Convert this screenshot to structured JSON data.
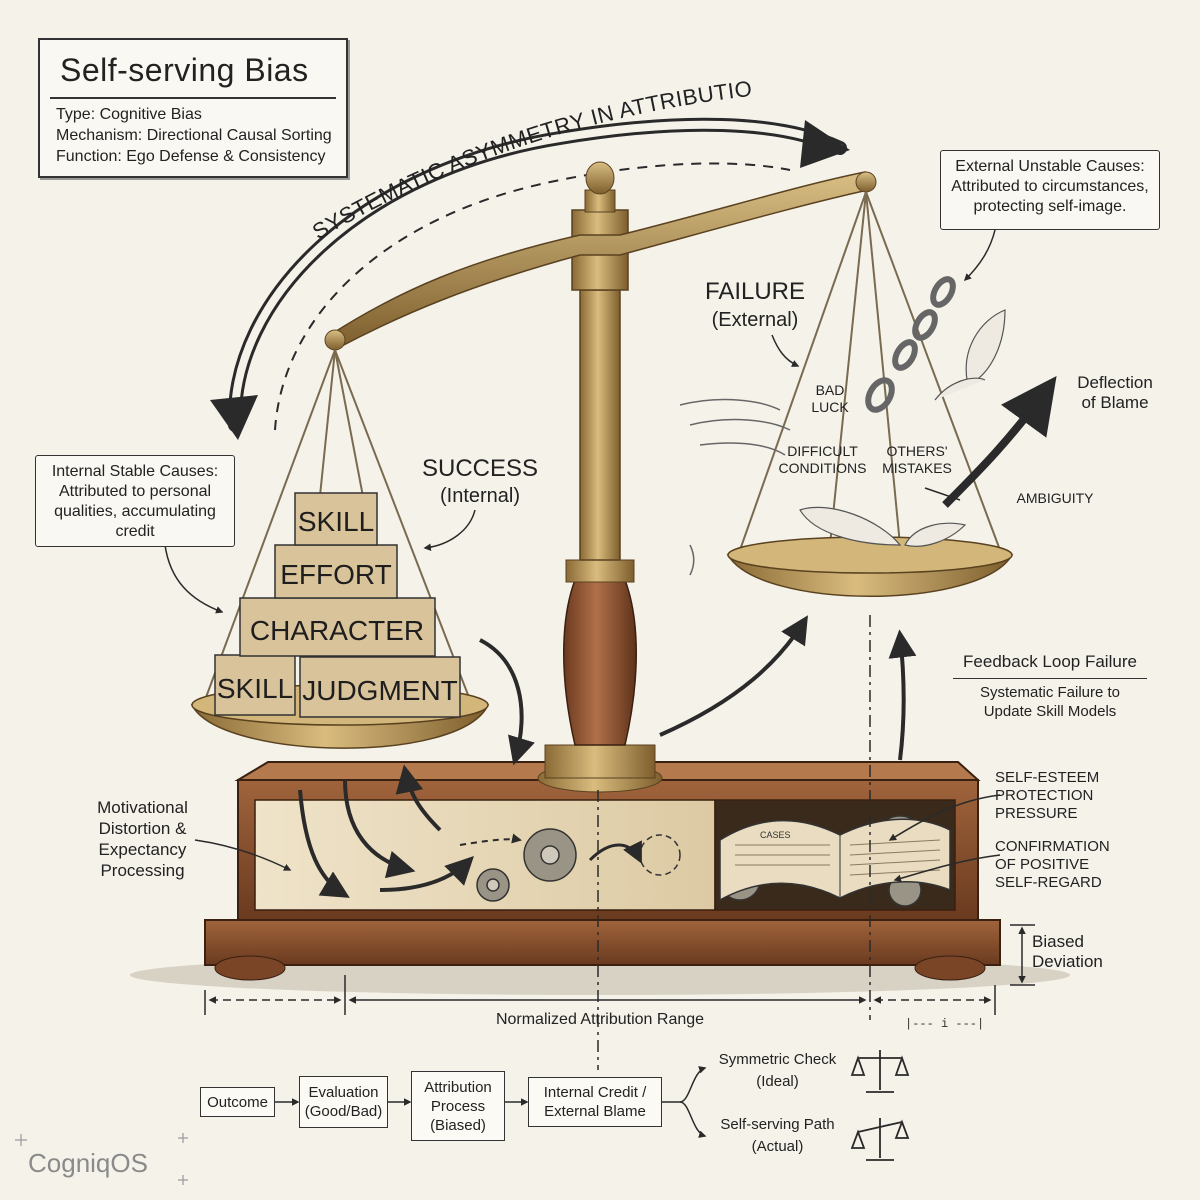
{
  "title": "Self-serving Bias",
  "meta": {
    "type": "Type: Cognitive Bias",
    "mechanism": "Mechanism: Directional Causal Sorting",
    "function": "Function: Ego Defense & Consistency"
  },
  "arc_label": "SYSTEMATIC ASYMMETRY IN ATTRIBUTION",
  "callouts": {
    "internal": "Internal Stable Causes: Attributed to personal qualities, accumulating credit",
    "external": "External Unstable Causes: Attributed to circumstances, protecting self-image."
  },
  "success": {
    "title": "SUCCESS",
    "sub": "(Internal)"
  },
  "failure": {
    "title": "FAILURE",
    "sub": "(External)"
  },
  "blocks": {
    "skill_top": "SKILL",
    "effort": "EFFORT",
    "character": "CHARACTER",
    "skill_bottom": "SKILL",
    "judgment": "JUDGMENT"
  },
  "external_items": {
    "bad_luck_1": "BAD",
    "bad_luck_2": "LUCK",
    "difficult_1": "DIFFICULT",
    "difficult_2": "CONDITIONS",
    "others_1": "OTHERS'",
    "others_2": "MISTAKES",
    "ambiguity": "AMBIGUITY"
  },
  "deflection": {
    "line1": "Deflection",
    "line2": "of Blame"
  },
  "feedback": {
    "title": "Feedback Loop Failure",
    "line1": "Systematic Failure to",
    "line2": "Update Skill Models"
  },
  "motivational": {
    "line1": "Motivational",
    "line2": "Distortion &",
    "line3": "Expectancy",
    "line4": "Processing"
  },
  "pressure": {
    "line1": "SELF-ESTEEM",
    "line2": "PROTECTION",
    "line3": "PRESSURE"
  },
  "confirmation": {
    "line1": "CONFIRMATION",
    "line2": "OF POSITIVE",
    "line3": "SELF-REGARD"
  },
  "biased_deviation": {
    "line1": "Biased",
    "line2": "Deviation"
  },
  "range_label": "Normalized Attribution Range",
  "flow": {
    "outcome": "Outcome",
    "evaluation_1": "Evaluation",
    "evaluation_2": "(Good/Bad)",
    "attribution_1": "Attribution",
    "attribution_2": "Process",
    "attribution_3": "(Biased)",
    "credit_1": "Internal Credit /",
    "credit_2": "External Blame",
    "symmetric_1": "Symmetric Check",
    "symmetric_2": "(Ideal)",
    "selfserving_1": "Self-serving Path",
    "selfserving_2": "(Actual)"
  },
  "book_label": "CASES",
  "brand": "CogniqOS",
  "colors": {
    "brass": "#b08d4f",
    "wood": "#8a5232",
    "ink": "#2a2a2a",
    "paper": "#f5f2ea"
  }
}
